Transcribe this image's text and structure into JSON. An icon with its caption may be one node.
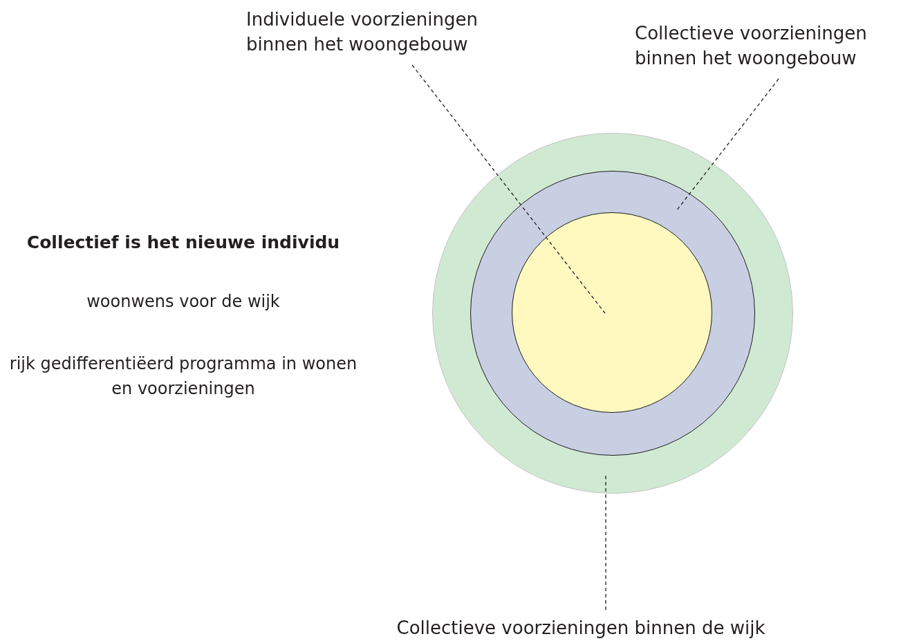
{
  "diagram": {
    "title": "Collectief is het nieuwe individu",
    "nodes": [
      {
        "text": [],
        "shape": "circle"
      },
      {
        "text": [],
        "shape": "circle",
        "in": 0
      },
      {
        "text": [],
        "shape": "circle",
        "in": 1
      },
      {
        "text": [
          "Individuele voorzieningen binnen het woongebouw"
        ]
      },
      {
        "text": [
          "Collectieve voorzieningen binnen het woongebouw"
        ]
      },
      {
        "text": [
          "Collectieve voorzieningen binnen de wijk"
        ]
      }
    ],
    "edges": [
      {
        "from": 3,
        "to": 2,
        "arrow": "none",
        "style": "dashed"
      },
      {
        "from": 4,
        "to": 1,
        "arrow": "none",
        "style": "dashed"
      },
      {
        "from": 5,
        "to": 0,
        "arrow": "none",
        "style": "dashed"
      }
    ],
    "labels": [
      "woonwens voor de wijk",
      "rijk gedifferentiëerd programma in wonen en voorzieningen"
    ]
  }
}
